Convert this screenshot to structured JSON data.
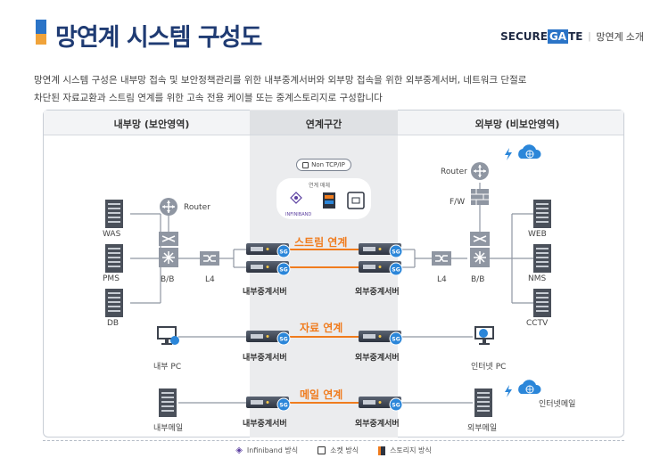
{
  "header": {
    "title": "망연계 시스템 구성도",
    "brand_pre": "SECURE",
    "brand_mid": "GA",
    "brand_post": "TE",
    "brand_sub": "망연계 소개"
  },
  "intro": {
    "line1": "망연계 시스템 구성은 내부망 접속 및 보안정책관리를 위한 내부중계서버와 외부망 접속을 위한 외부중계서버, 네트워크 단절로",
    "line2": "차단된 자료교환과 스트림 연계를 위한 고속 전용 케이블 또는 중계스토리지로 구성합니다"
  },
  "zones": {
    "internal": "내부망 (보안영역)",
    "middle": "연계구간",
    "external": "외부망 (비보안영역)"
  },
  "middle": {
    "badge": "Non TCP/IP",
    "media_title": "연계 매체",
    "infiniband": "INFINIBAND"
  },
  "internal": {
    "router": "Router",
    "was": "WAS",
    "pms": "PMS",
    "db": "DB",
    "bb": "B/B",
    "l4": "L4",
    "pc": "내부 PC",
    "mail": "내부메일"
  },
  "external": {
    "router": "Router",
    "fw": "F/W",
    "web": "WEB",
    "nms": "NMS",
    "cctv": "CCTV",
    "bb": "B/B",
    "l4": "L4",
    "pc": "인터넷 PC",
    "mail": "외부메일",
    "internet_mail": "인터넷메일"
  },
  "links": {
    "stream": "스트림 연계",
    "data": "자료 연계",
    "mail": "메일 연계"
  },
  "servers": {
    "internal": "내부중계서버",
    "external": "외부중계서버",
    "sg": "SG"
  },
  "legend": {
    "infiniband": "Infiniband 방식",
    "socket": "소켓 방식",
    "storage": "스토리지 방식"
  },
  "colors": {
    "accent_orange": "#f07c1e",
    "brand_blue": "#2b74c7",
    "title_navy": "#1f3b73"
  }
}
